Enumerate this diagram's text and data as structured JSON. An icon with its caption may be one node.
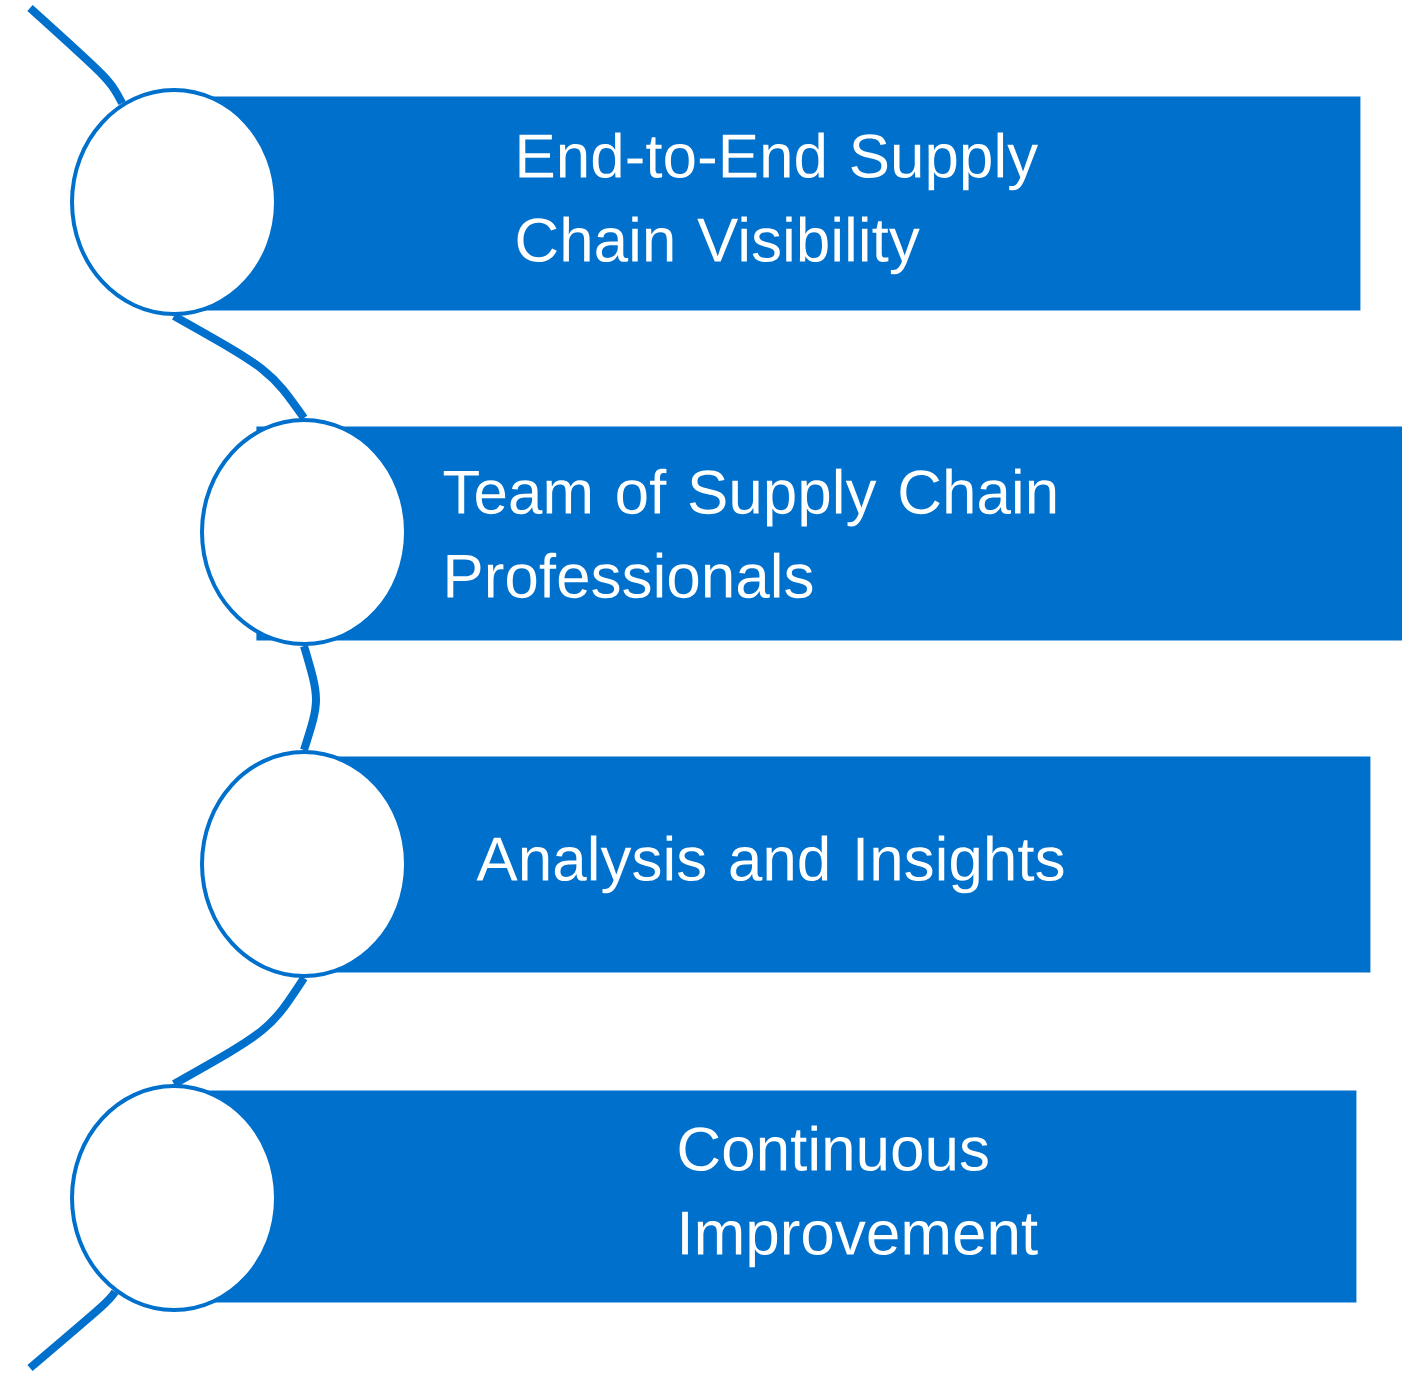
{
  "diagram": {
    "nodes": [
      {
        "text": [
          "End-to-End Supply Chain Visibility"
        ]
      },
      {
        "text": [
          "Team of Supply Chain Professionals"
        ]
      },
      {
        "text": [
          "Analysis and Insights"
        ]
      },
      {
        "text": [
          "Continuous Improvement"
        ]
      },
      {
        "text": [],
        "shape": "circle"
      },
      {
        "text": [],
        "shape": "circle"
      },
      {
        "text": [],
        "shape": "circle"
      },
      {
        "text": [],
        "shape": "circle"
      }
    ],
    "edges": [
      {
        "from": null,
        "to": 4,
        "arrow": "none"
      },
      {
        "from": 4,
        "to": 5,
        "arrow": "none"
      },
      {
        "from": 5,
        "to": 6,
        "arrow": "none"
      },
      {
        "from": 6,
        "to": 7,
        "arrow": "none"
      },
      {
        "from": 7,
        "to": null,
        "arrow": "none"
      }
    ]
  }
}
